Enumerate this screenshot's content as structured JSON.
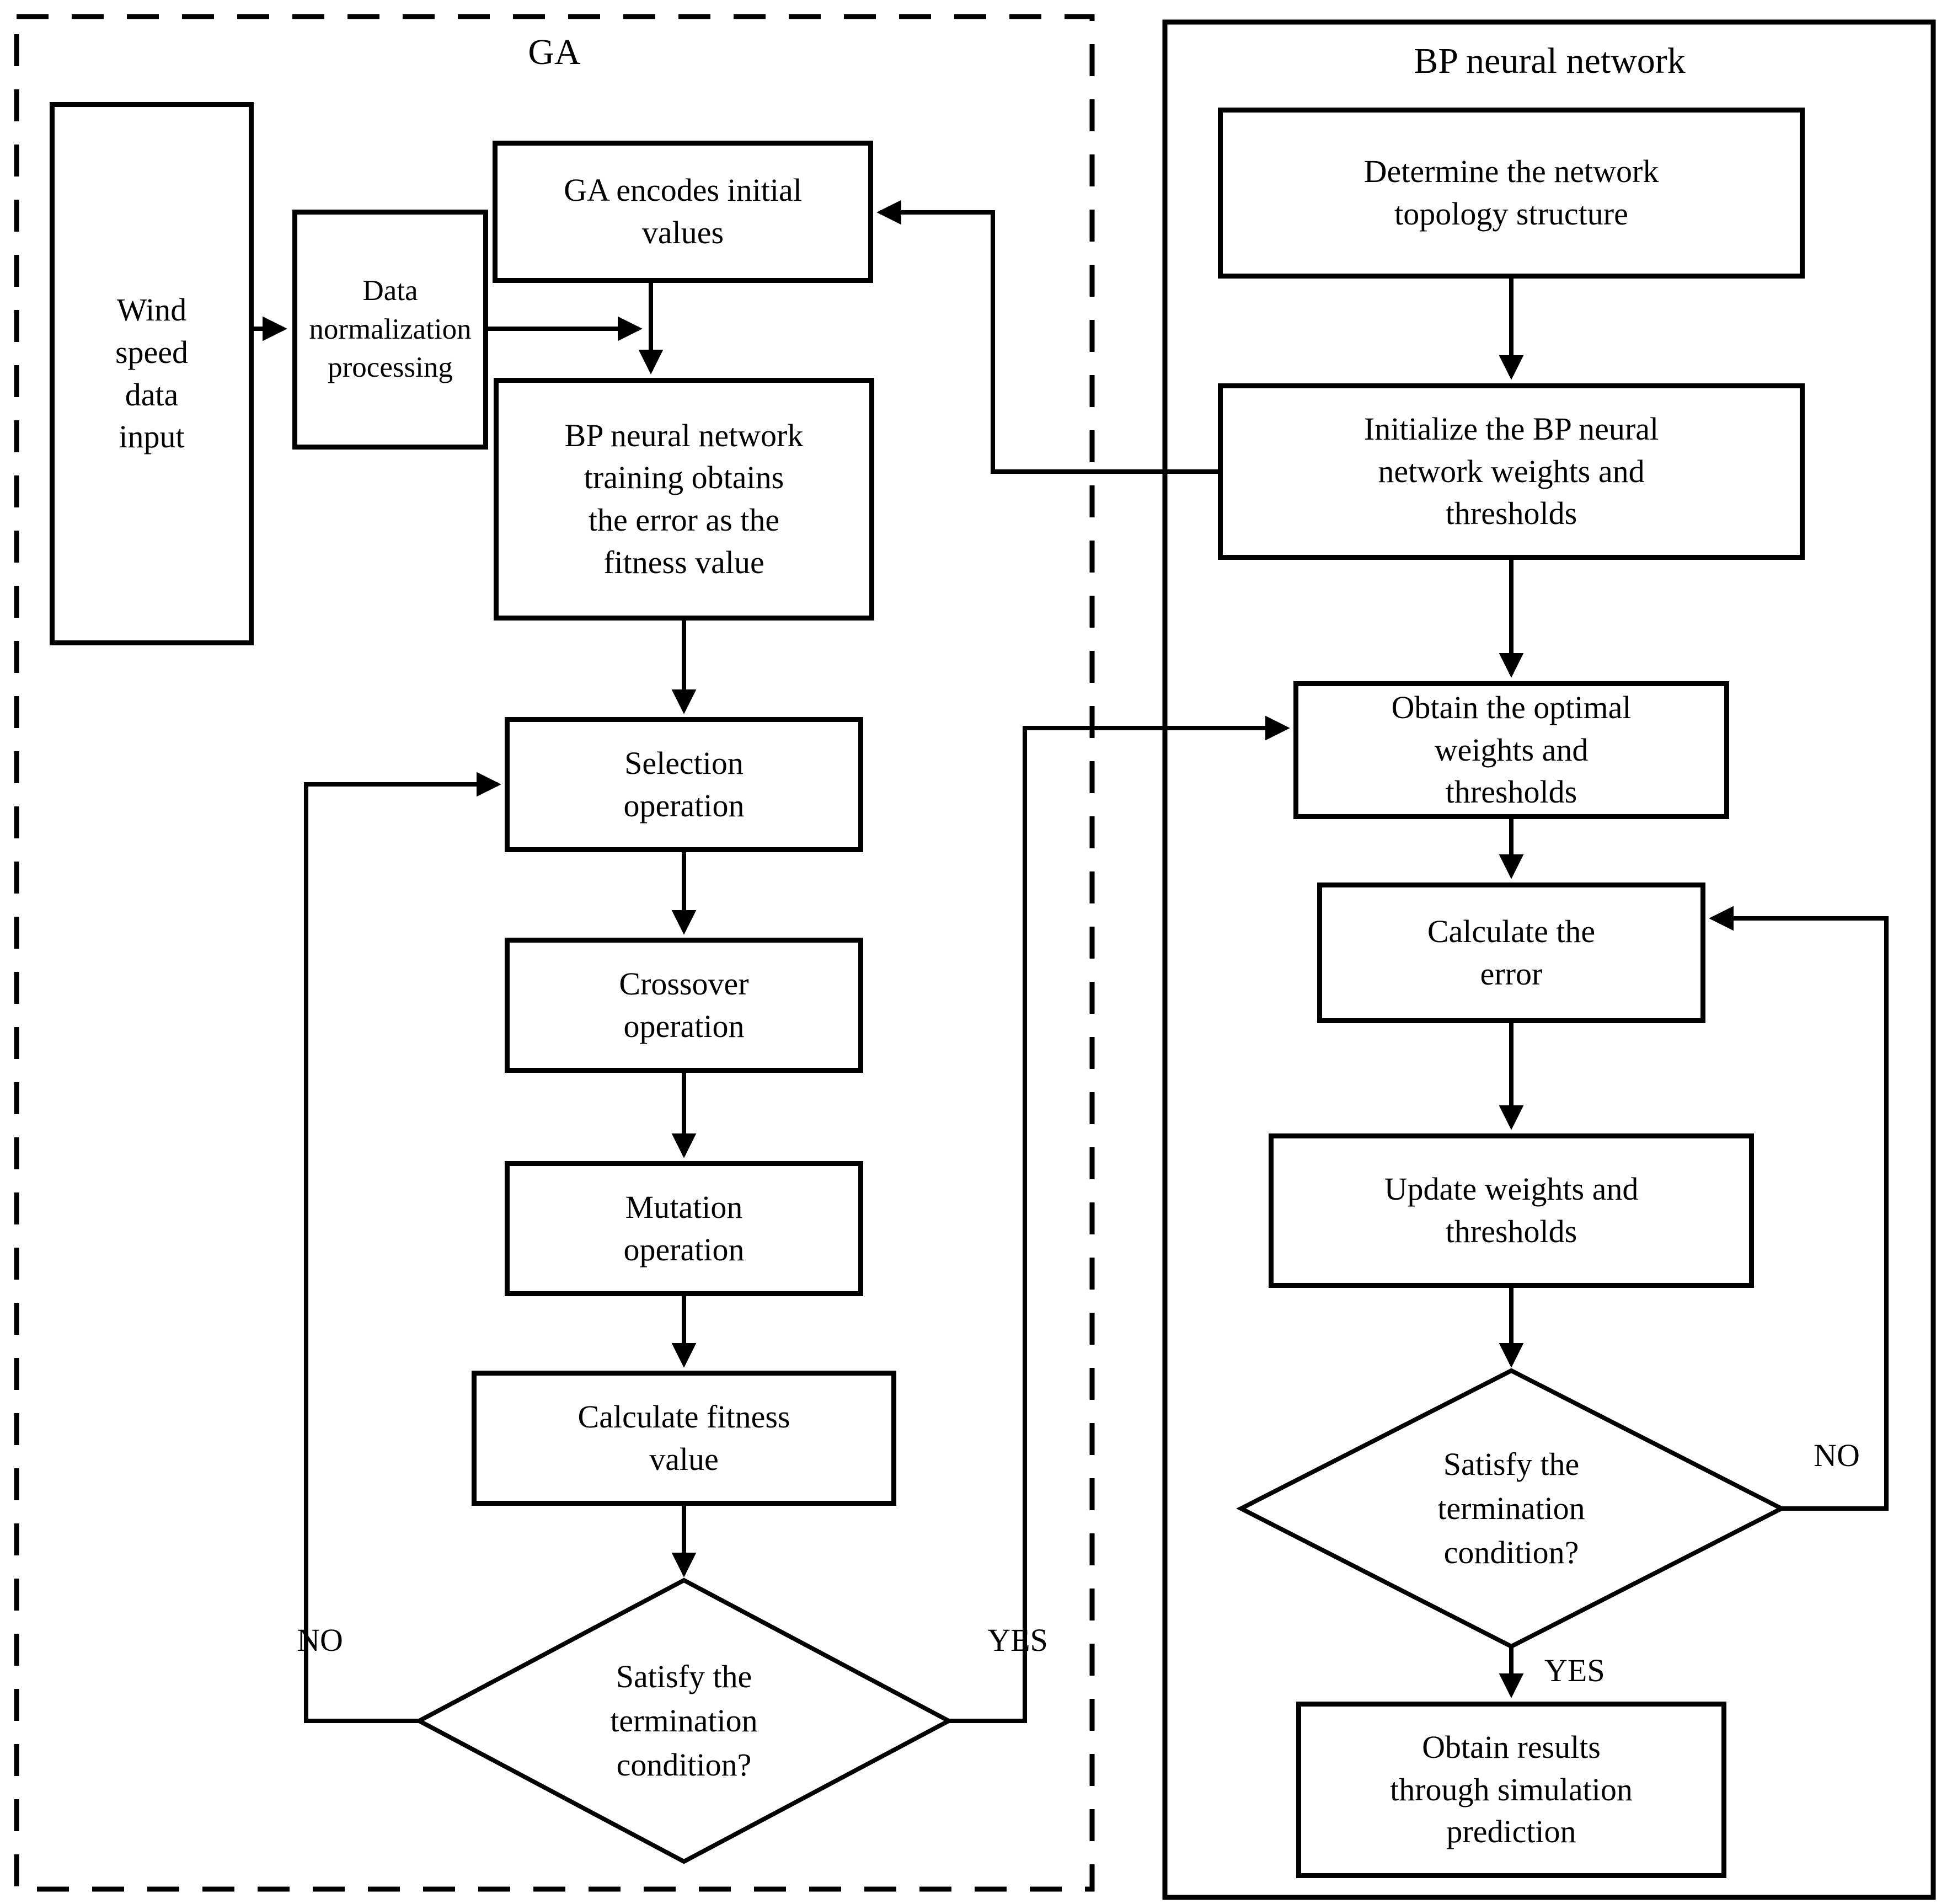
{
  "figure": {
    "background": "#ffffff",
    "line_color": "#000000",
    "text_color": "#000000"
  },
  "ga_panel": {
    "title": "GA",
    "nodes": {
      "wind_input": "Wind\nspeed\ndata\ninput",
      "data_normalization": "Data\nnormalization\nprocessing",
      "ga_encode": "GA encodes initial\nvalues",
      "bp_training": "BP neural network\ntraining obtains\nthe error as the\nfitness value",
      "selection": "Selection\noperation",
      "crossover": "Crossover\noperation",
      "mutation": "Mutation\noperation",
      "calc_fitness": "Calculate fitness\nvalue",
      "termination": "Satisfy the\ntermination\ncondition?"
    },
    "branch_no": "NO",
    "branch_yes": "YES"
  },
  "bp_panel": {
    "title": "BP neural network",
    "nodes": {
      "topology": "Determine the network\ntopology structure",
      "initialize": "Initialize the BP neural\nnetwork weights and\nthresholds",
      "optimal": "Obtain the optimal\nweights and\nthresholds",
      "calc_error": "Calculate the\nerror",
      "update": "Update weights and\nthresholds",
      "termination": "Satisfy the\ntermination\ncondition?",
      "results": "Obtain results\nthrough simulation\nprediction"
    },
    "branch_no": "NO",
    "branch_yes": "YES"
  }
}
